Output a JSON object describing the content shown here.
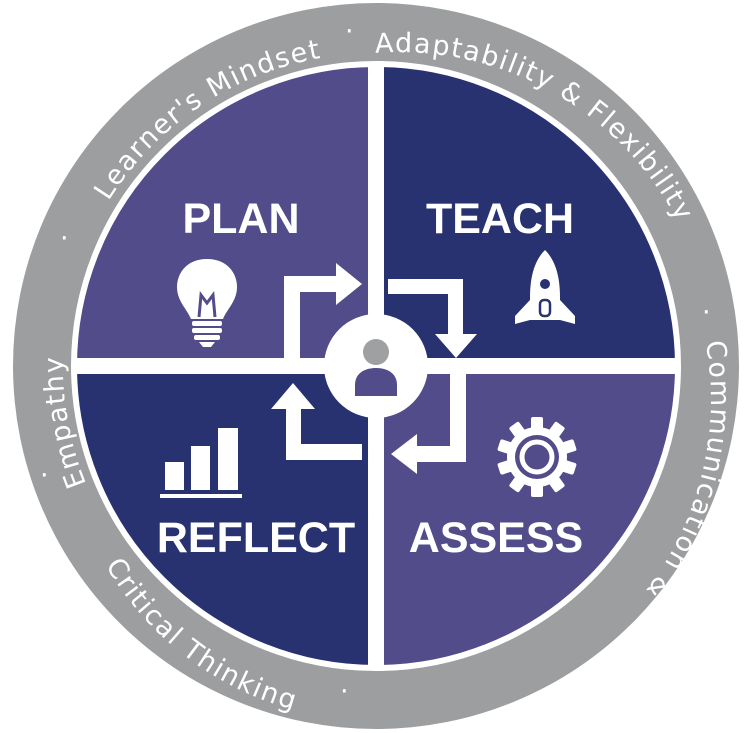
{
  "colors": {
    "ring": "#9d9e9f",
    "quad_light": "#524c8b",
    "quad_dark": "#283270",
    "divider": "#ffffff",
    "arrow": "#ffffff",
    "center_fill": "#ffffff",
    "user_head": "#9fa0a2",
    "user_body": "#524c8b",
    "icon": "#ffffff"
  },
  "quadrants": [
    {
      "id": "plan",
      "label": "PLAN",
      "tone": "light",
      "icon": "lightbulb-icon"
    },
    {
      "id": "teach",
      "label": "TEACH",
      "tone": "dark",
      "icon": "rocket-icon"
    },
    {
      "id": "assess",
      "label": "ASSESS",
      "tone": "light",
      "icon": "gear-icon"
    },
    {
      "id": "reflect",
      "label": "REFLECT",
      "tone": "dark",
      "icon": "bar-chart-icon"
    }
  ],
  "center": {
    "icon": "user-icon"
  },
  "cycle_arrows": {
    "count": 4,
    "direction": "clockwise"
  },
  "ring": {
    "separator": "·",
    "skills": [
      "Adaptability & Flexibility",
      "Communication & Collaboration",
      "Critical Thinking",
      "Empathy",
      "Learner's Mindset"
    ]
  }
}
